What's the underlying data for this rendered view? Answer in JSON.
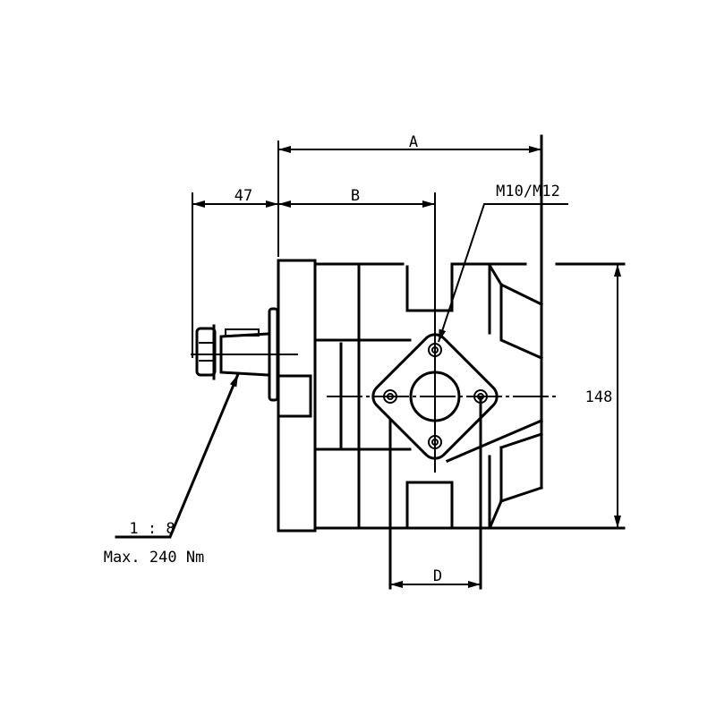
{
  "drawing": {
    "dimensions": {
      "a_label": "A",
      "b_label": "B",
      "shaft_length": "47",
      "height": "148",
      "d_label": "D"
    },
    "thread_callout": "M10/M12",
    "shaft_taper": "1 : 8",
    "max_torque": "Max. 240 Nm"
  }
}
